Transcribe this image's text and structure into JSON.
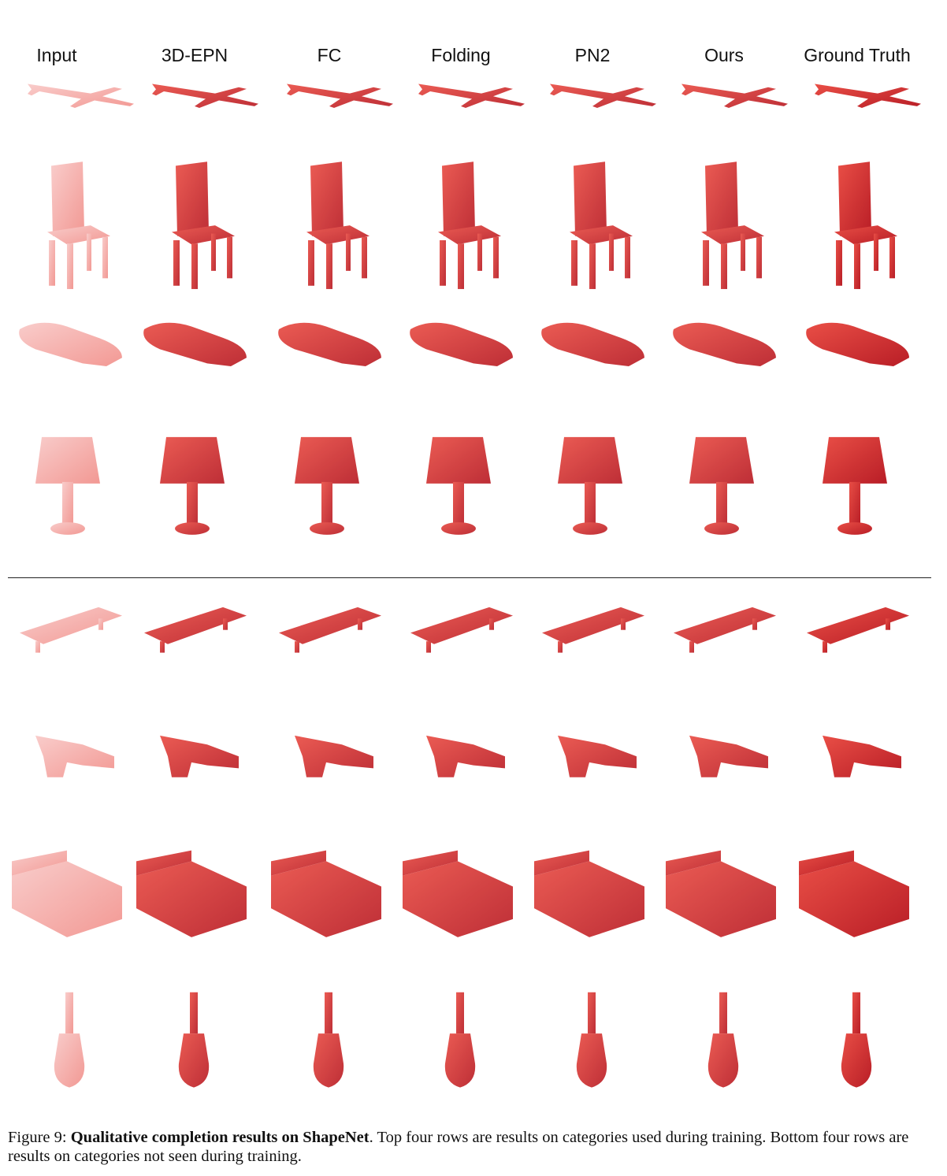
{
  "figure": {
    "columns": [
      "Input",
      "3D-EPN",
      "FC",
      "Folding",
      "PN2",
      "Ours",
      "Ground Truth"
    ],
    "seen_rows": [
      "airplane",
      "chair",
      "car",
      "lamp"
    ],
    "unseen_rows": [
      "bench",
      "pistol",
      "bed",
      "guitar"
    ],
    "colors": {
      "shape_light": "#f4a3a0",
      "shape_mid": "#e8453c",
      "shape_dark": "#b5121b",
      "divider": "#222222"
    },
    "caption": {
      "label": "Figure 9:",
      "title": "Qualitative completion results on ShapeNet",
      "text": ". Top four rows are results on categories used during training. Bottom four rows are results on categories not seen during training."
    }
  }
}
